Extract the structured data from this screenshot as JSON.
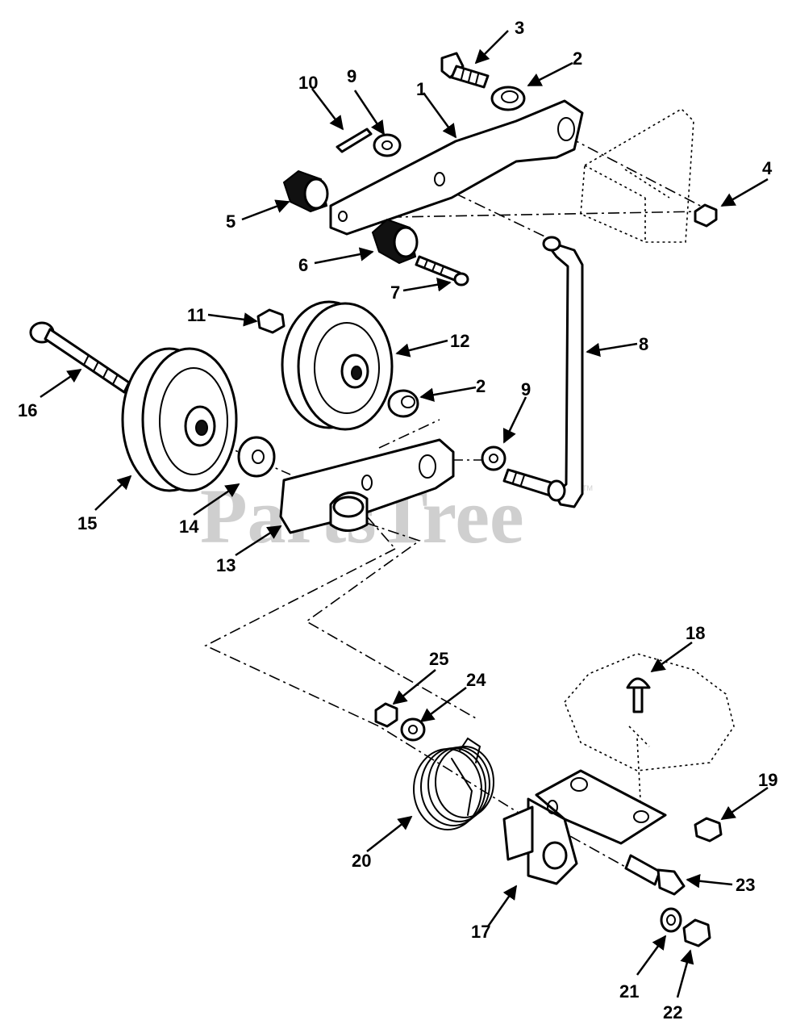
{
  "watermark": {
    "text": "PartsTree",
    "tm": "TM"
  },
  "callouts": {
    "c1": "1",
    "c2a": "2",
    "c2b": "2",
    "c3": "3",
    "c4": "4",
    "c5": "5",
    "c6": "6",
    "c7": "7",
    "c8": "8",
    "c9a": "9",
    "c9b": "9",
    "c10": "10",
    "c11": "11",
    "c12": "12",
    "c13": "13",
    "c14": "14",
    "c15": "15",
    "c16": "16",
    "c17": "17",
    "c18": "18",
    "c19": "19",
    "c20": "20",
    "c21": "21",
    "c22": "22",
    "c23": "23",
    "c24": "24",
    "c25": "25"
  }
}
